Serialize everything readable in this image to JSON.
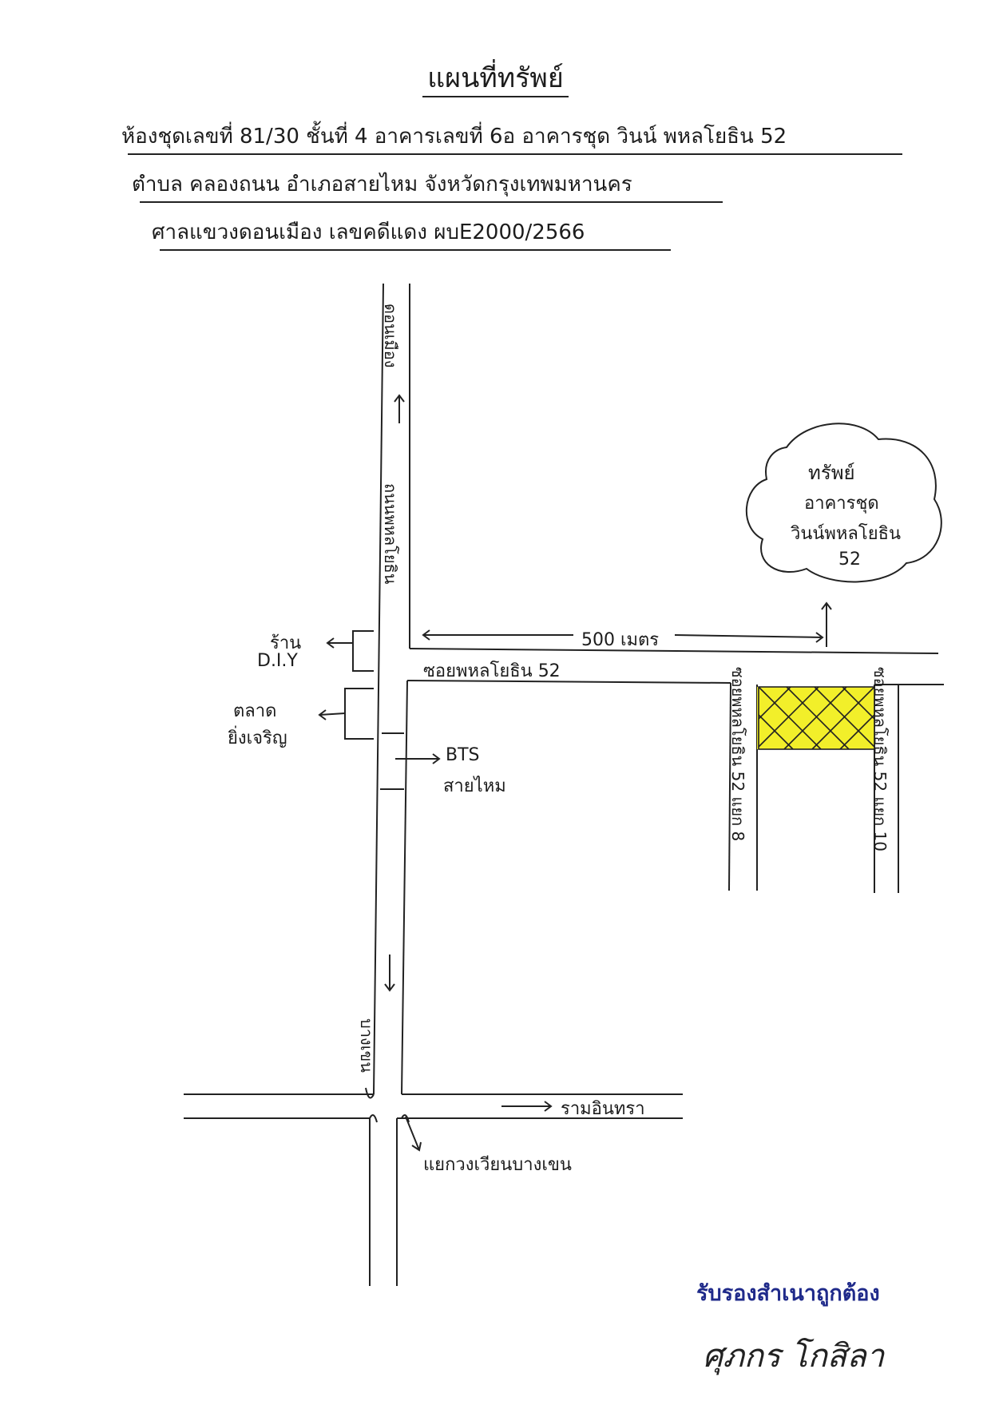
{
  "header": {
    "title": "แผนที่ทรัพย์",
    "unit_line": "ห้องชุดเลขที่ 81/30 ชั้นที่ 4 อาคารเลขที่ 6อ อาคารชุด วินน์ พหลโยธิน 52",
    "location_line": "ตำบล คลองถนน อำเภอสายไหม จังหวัดกรุงเทพมหานคร",
    "court_line": "ศาลแขวงดอนเมือง เลขคดีแดง ผบE2000/2566"
  },
  "map": {
    "main_road": "ถนนพหลโยธิน",
    "north_direction": "ดอนเมือง",
    "south_direction": "บางเขน",
    "east_road": "รามอินทรา",
    "roundabout": "แยกวงเวียนบางเขน",
    "soi_main": "ซอยพหลโยธิน 52",
    "distance": "500 เมตร",
    "soi_branch_left": "ซอยพหลโยธิน 52 แยก 8",
    "soi_branch_right": "ซอยพหลโยธิน 52 แยก 10",
    "landmarks": {
      "diy_shop_line1": "ร้าน",
      "diy_shop_line2": "D.I.Y",
      "market_line1": "ตลาด",
      "market_line2": "ยิ่งเจริญ",
      "bts_line1": "BTS",
      "bts_line2": "สายไหม"
    },
    "property_callout": {
      "line1": "ทรัพย์",
      "line2": "อาคารชุด",
      "line3": "วินน์พหลโยธิน",
      "line4": "52"
    },
    "highlight_color": "#f2ef2a"
  },
  "certification": {
    "stamp": "รับรองสำเนาถูกต้อง",
    "signature": "ศุภกร โกสิลา"
  }
}
